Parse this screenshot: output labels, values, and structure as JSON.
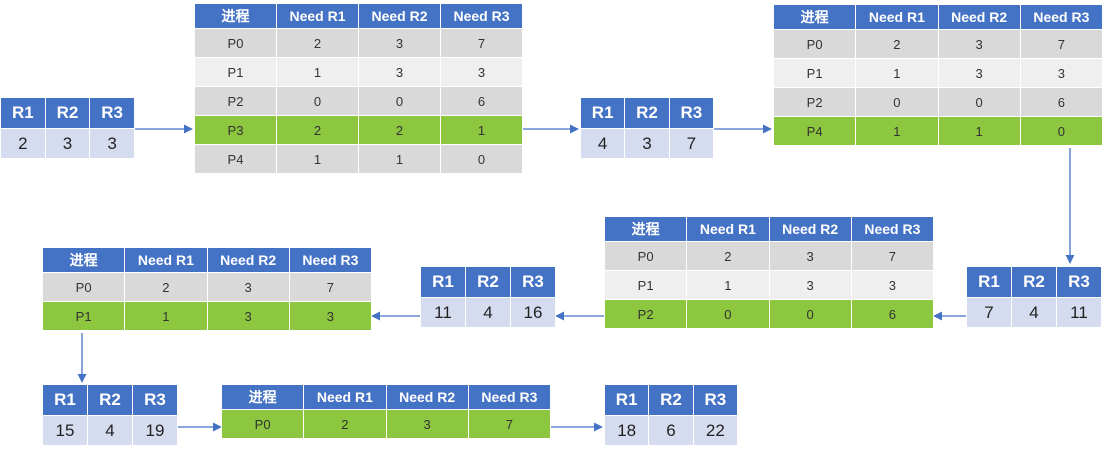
{
  "need_header": [
    "进程",
    "Need R1",
    "Need R2",
    "Need R3"
  ],
  "res_header": [
    "R1",
    "R2",
    "R3"
  ],
  "need_tables": [
    {
      "rows": [
        [
          "P0",
          "2",
          "3",
          "7"
        ],
        [
          "P1",
          "1",
          "3",
          "3"
        ],
        [
          "P2",
          "0",
          "0",
          "6"
        ],
        [
          "P3",
          "2",
          "2",
          "1"
        ],
        [
          "P4",
          "1",
          "1",
          "0"
        ]
      ],
      "selected": 3
    },
    {
      "rows": [
        [
          "P0",
          "2",
          "3",
          "7"
        ],
        [
          "P1",
          "1",
          "3",
          "3"
        ],
        [
          "P2",
          "0",
          "0",
          "6"
        ],
        [
          "P4",
          "1",
          "1",
          "0"
        ]
      ],
      "selected": 3
    },
    {
      "rows": [
        [
          "P0",
          "2",
          "3",
          "7"
        ],
        [
          "P1",
          "1",
          "3",
          "3"
        ],
        [
          "P2",
          "0",
          "0",
          "6"
        ]
      ],
      "selected": 2
    },
    {
      "rows": [
        [
          "P0",
          "2",
          "3",
          "7"
        ],
        [
          "P1",
          "1",
          "3",
          "3"
        ]
      ],
      "selected": 1
    },
    {
      "rows": [
        [
          "P0",
          "2",
          "3",
          "7"
        ]
      ],
      "selected": 0
    }
  ],
  "available": [
    [
      "2",
      "3",
      "3"
    ],
    [
      "4",
      "3",
      "7"
    ],
    [
      "7",
      "4",
      "11"
    ],
    [
      "11",
      "4",
      "16"
    ],
    [
      "15",
      "4",
      "19"
    ],
    [
      "18",
      "6",
      "22"
    ]
  ],
  "colors": {
    "header": "#4472c4",
    "highlight_row": "#8dc63f",
    "row_dark": "#d9d9d9",
    "row_light": "#efefef",
    "available_cell": "#d6dcef",
    "arrow": "#4472c4"
  }
}
